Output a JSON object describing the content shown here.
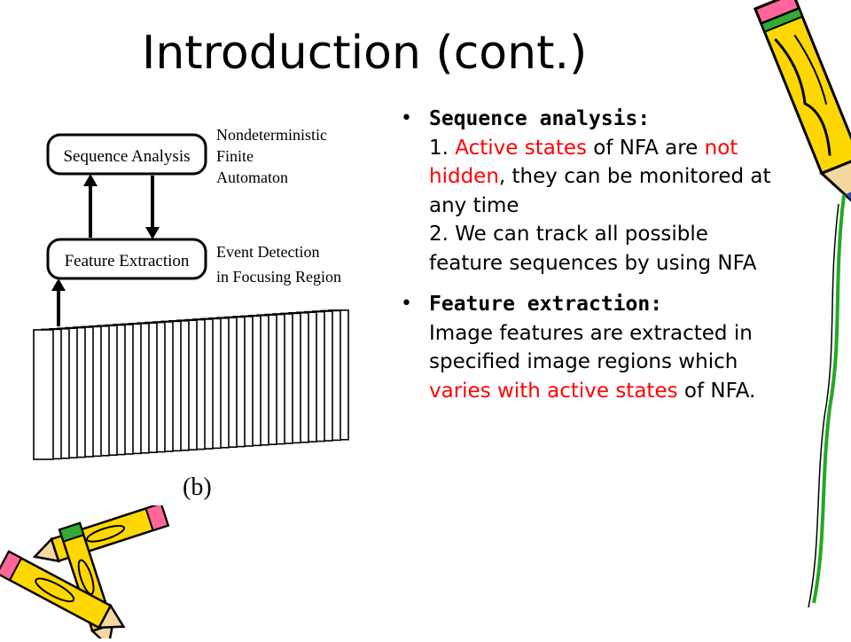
{
  "slide": {
    "title": "Introduction (cont.)"
  },
  "diagram": {
    "box_top": "Sequence Analysis",
    "box_bottom": "Feature Extraction",
    "right_top_lines": [
      "Nondeterministic",
      "Finite",
      "Automaton"
    ],
    "right_bottom_lines": [
      "Event Detection",
      "in Focusing Region"
    ],
    "caption": "(b)"
  },
  "bullets": [
    {
      "heading": "Sequence analysis:",
      "line1_pre": "1. ",
      "line1_red1": "Active states",
      "line1_mid": " of NFA are ",
      "line1_red2": "not hidden",
      "line1_post": ", they can be monitored at any time",
      "line2": "2. We can track all possible feature sequences by using NFA"
    },
    {
      "heading": "Feature extraction:",
      "text_pre": "Image features are extracted in specified image regions which ",
      "text_red": "varies with active states",
      "text_post": " of NFA."
    }
  ],
  "colors": {
    "highlight": "#ff0000",
    "pencil_body": "#ffd700",
    "pencil_tip": "#ff6699",
    "pencil_band": "#33aa33"
  }
}
